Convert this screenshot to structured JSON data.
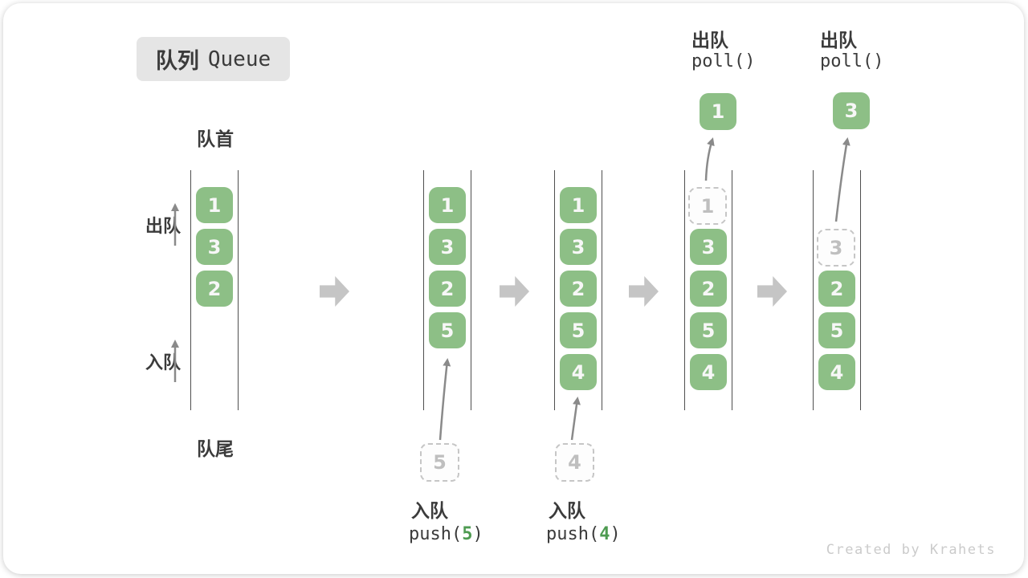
{
  "title": {
    "zh": "队列",
    "en": "Queue"
  },
  "labels": {
    "front": "队首",
    "rear": "队尾",
    "dequeue_side": "出队",
    "enqueue_side": "入队"
  },
  "watermark": "Created by Krahets",
  "colors": {
    "box_green": "#8dbf86",
    "arg_green": "#4e9b51",
    "dark_text": "#3b3b3b",
    "block_arrow_gray": "#c5c5c5",
    "thin_arrow_gray": "#8a8a8a",
    "dashed_gray": "#c6c6c6",
    "badge_bg": "#e5e5e5"
  },
  "queues": [
    {
      "name": "state-1",
      "slots": [
        {
          "value": "1",
          "state": "solid"
        },
        {
          "value": "3",
          "state": "solid"
        },
        {
          "value": "2",
          "state": "solid"
        }
      ]
    },
    {
      "name": "state-2",
      "slots": [
        {
          "value": "1",
          "state": "solid"
        },
        {
          "value": "3",
          "state": "solid"
        },
        {
          "value": "2",
          "state": "solid"
        },
        {
          "value": "5",
          "state": "solid"
        }
      ]
    },
    {
      "name": "state-3",
      "slots": [
        {
          "value": "1",
          "state": "solid"
        },
        {
          "value": "3",
          "state": "solid"
        },
        {
          "value": "2",
          "state": "solid"
        },
        {
          "value": "5",
          "state": "solid"
        },
        {
          "value": "4",
          "state": "solid"
        }
      ]
    },
    {
      "name": "state-4",
      "slots": [
        {
          "value": "1",
          "state": "dashed"
        },
        {
          "value": "3",
          "state": "solid"
        },
        {
          "value": "2",
          "state": "solid"
        },
        {
          "value": "5",
          "state": "solid"
        },
        {
          "value": "4",
          "state": "solid"
        }
      ]
    },
    {
      "name": "state-5",
      "slots": [
        {
          "value": "3",
          "state": "dashed"
        },
        {
          "value": "2",
          "state": "solid"
        },
        {
          "value": "5",
          "state": "solid"
        },
        {
          "value": "4",
          "state": "solid"
        }
      ]
    }
  ],
  "operations": {
    "push5": {
      "label": "入队",
      "code_pre": "push(",
      "arg": "5",
      "code_post": ")",
      "staged": "5"
    },
    "push4": {
      "label": "入队",
      "code_pre": "push(",
      "arg": "4",
      "code_post": ")",
      "staged": "4"
    },
    "poll1": {
      "label": "出队",
      "code": "poll()",
      "result": "1"
    },
    "poll3": {
      "label": "出队",
      "code": "poll()",
      "result": "3"
    }
  }
}
